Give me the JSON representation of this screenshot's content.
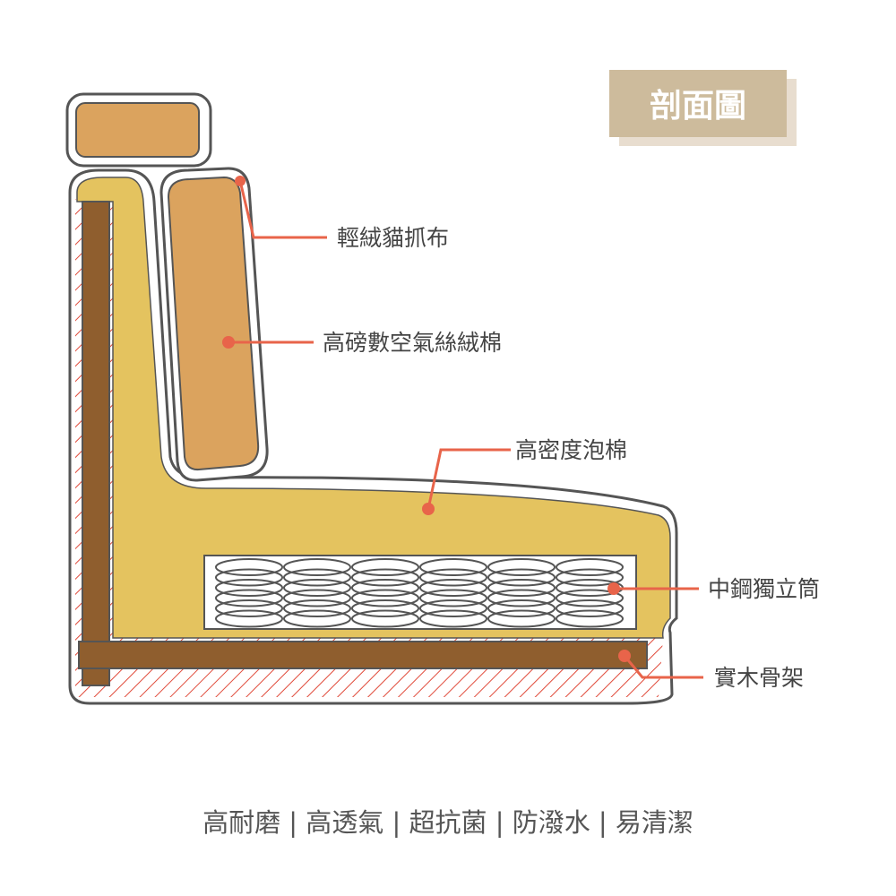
{
  "title": "剖面圖",
  "callouts": [
    {
      "label": "輕絨貓抓布"
    },
    {
      "label": "高磅數空氣絲絨棉"
    },
    {
      "label": "高密度泡棉"
    },
    {
      "label": "中鋼獨立筒"
    },
    {
      "label": "實木骨架"
    }
  ],
  "features": "高耐磨 | 高透氣 | 超抗菌 | 防潑水 | 易清潔",
  "colors": {
    "foam": "#e4c35f",
    "cushion": "#dba35e",
    "wood": "#8f5e2e",
    "hatch": "#e04a3a",
    "callout": "#e8644a",
    "title_box": "#cdbb9c"
  }
}
